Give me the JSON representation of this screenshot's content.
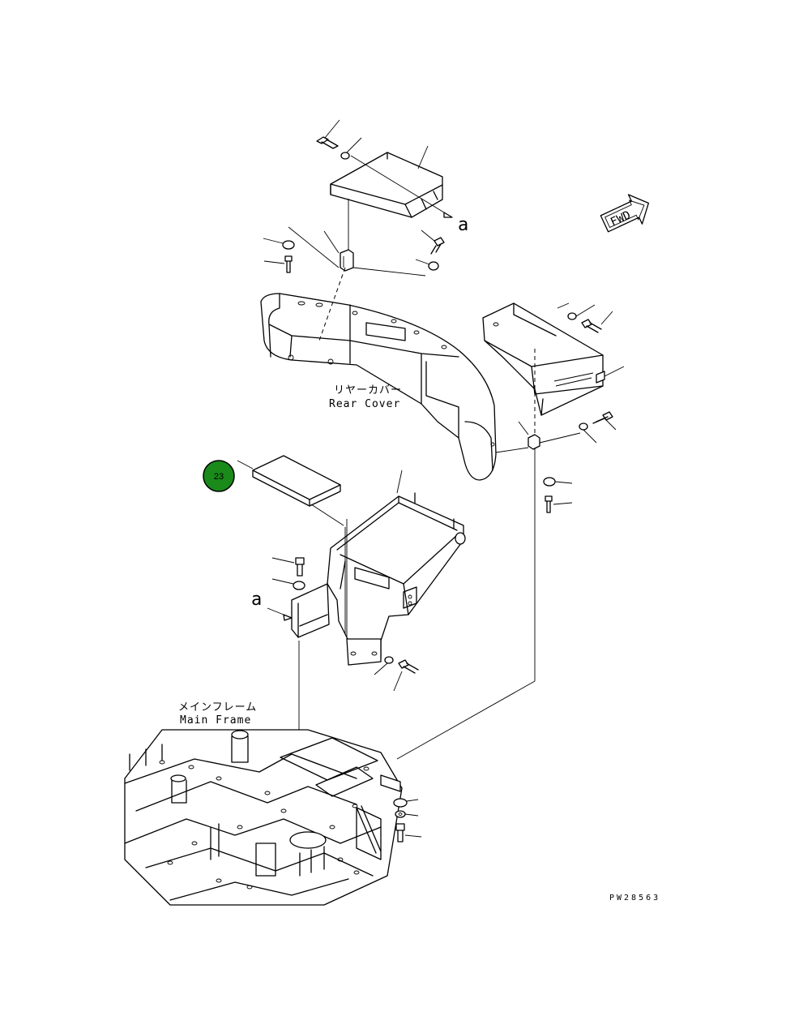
{
  "labels": {
    "rear_cover_jp": "リヤーカバー",
    "rear_cover_en": "Rear Cover",
    "main_frame_jp": "メインフレーム",
    "main_frame_en": "Main Frame",
    "fwd": "FWD",
    "ref_a_top": "a",
    "ref_a_left": "a",
    "drawing_code": "PW28563"
  },
  "callout": {
    "number": "23",
    "color": "#1a8a1a",
    "border_color": "#000000"
  }
}
